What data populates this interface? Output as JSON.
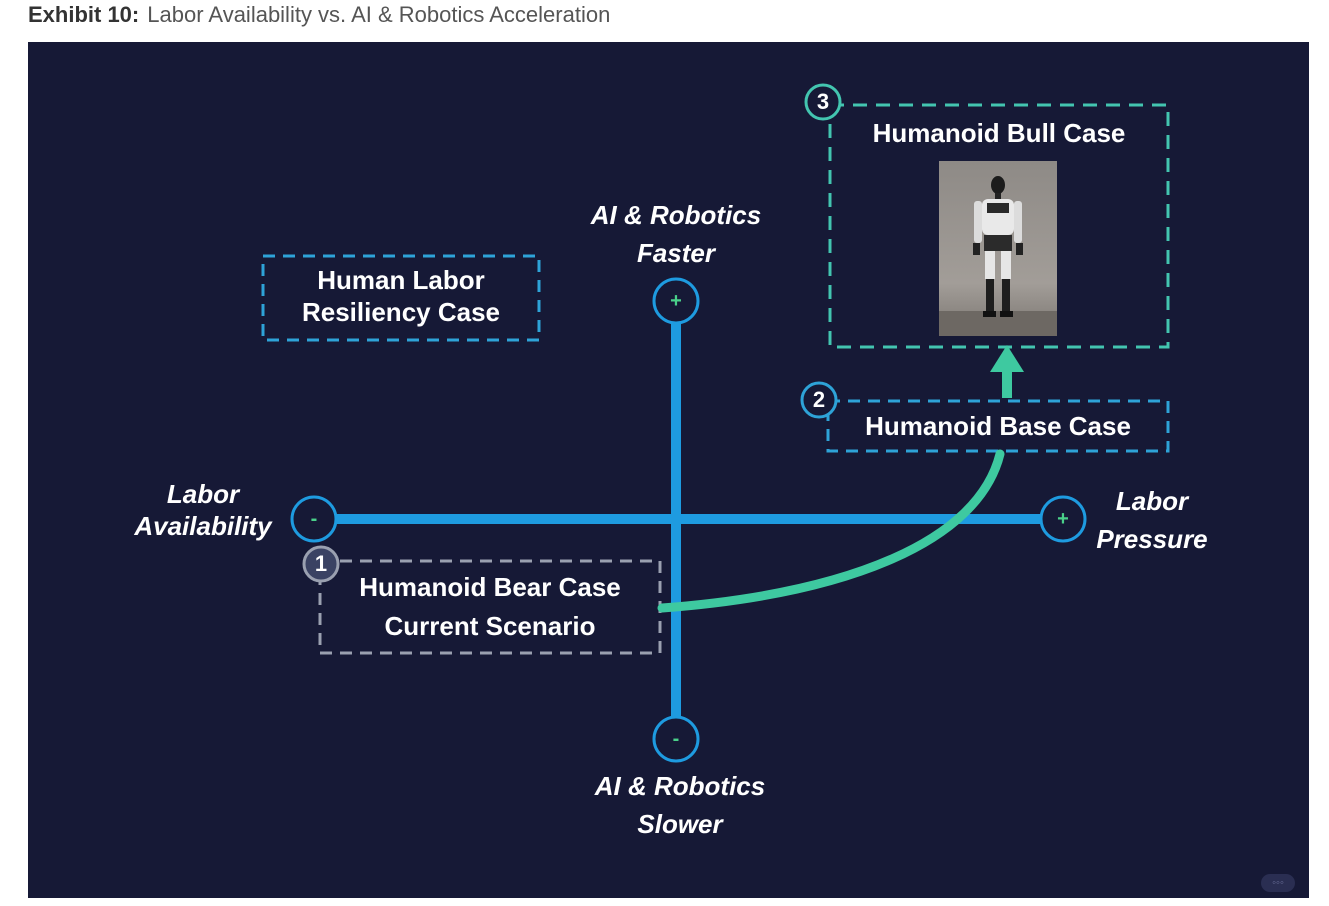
{
  "caption": {
    "number": "Exhibit 10:",
    "title": "Labor Availability vs. AI & Robotics Acceleration"
  },
  "axes": {
    "top_label": [
      "AI & Robotics",
      "Faster"
    ],
    "bottom_label": [
      "AI & Robotics",
      "Slower"
    ],
    "left_label": [
      "Labor",
      "Availability"
    ],
    "right_label": [
      "Labor",
      "Pressure"
    ],
    "top_sign": "+",
    "bottom_sign": "-",
    "left_sign": "-",
    "right_sign": "+"
  },
  "boxes": {
    "resiliency": [
      "Human Labor",
      "Resiliency Case"
    ],
    "bear": [
      "Humanoid Bear Case",
      "Current Scenario"
    ],
    "base": "Humanoid Base Case",
    "bull": "Humanoid Bull Case"
  },
  "badges": {
    "bear": "1",
    "base": "2",
    "bull": "3"
  },
  "colors": {
    "background": "#161936",
    "axis": "#1e9be0",
    "arrow": "#3ec9a0",
    "box_blue": "#2ea3d8",
    "box_gray": "#9aa0b0",
    "box_teal": "#43c5b0"
  },
  "icons": {
    "robot": "humanoid-robot-photo",
    "watermark": "watermark-logo"
  }
}
